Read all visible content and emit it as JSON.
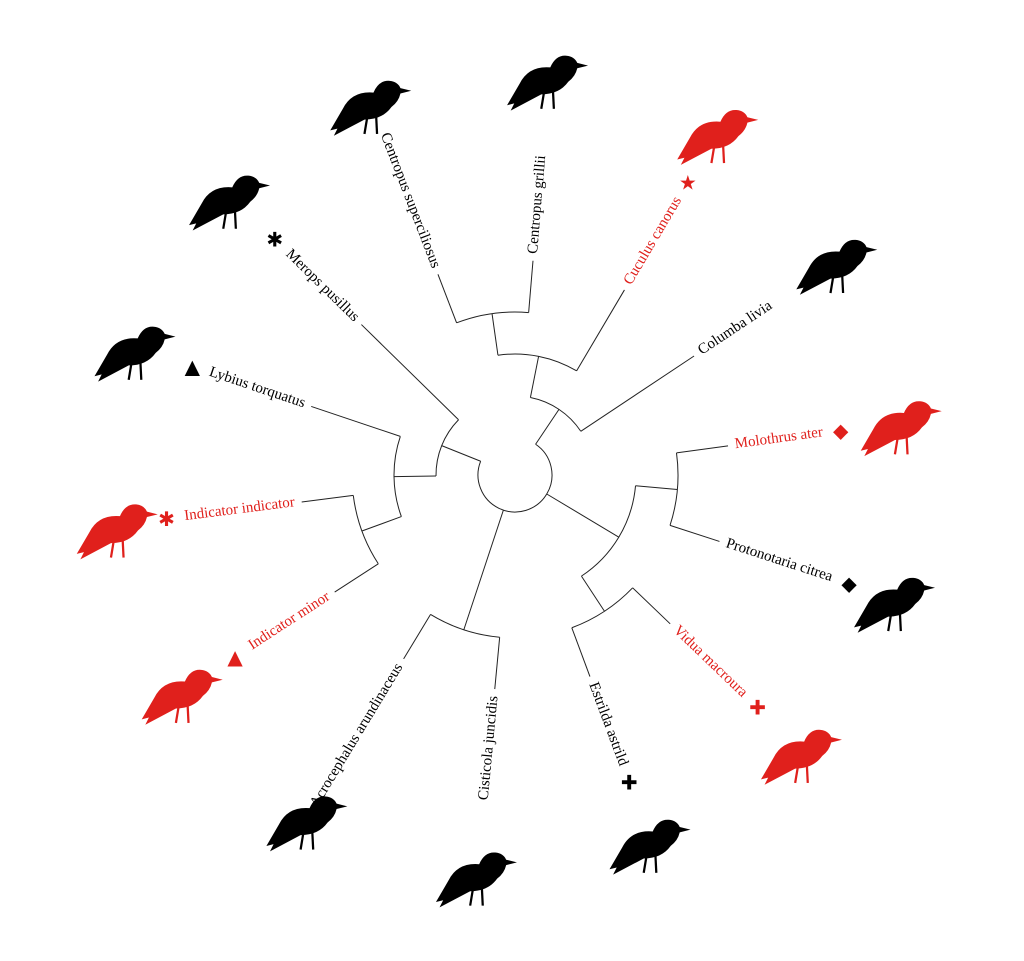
{
  "colors": {
    "parasite": "#e0201c",
    "host": "#000000",
    "branch": "#222222"
  },
  "leaves": [
    {
      "name": "Centropus superciliosus",
      "group": "host",
      "marker": null
    },
    {
      "name": "Centropus grillii",
      "group": "host",
      "marker": null
    },
    {
      "name": "Cuculus canorus",
      "group": "parasite",
      "marker": "star-icon"
    },
    {
      "name": "Columba livia",
      "group": "host",
      "marker": null
    },
    {
      "name": "Molothrus ater",
      "group": "parasite",
      "marker": "diamond-icon"
    },
    {
      "name": "Protonotaria citrea",
      "group": "host",
      "marker": "diamond-icon"
    },
    {
      "name": "Vidua macroura",
      "group": "parasite",
      "marker": "cross-icon"
    },
    {
      "name": "Estrilda astrild",
      "group": "host",
      "marker": "cross-icon"
    },
    {
      "name": "Cisticola juncidis",
      "group": "host",
      "marker": null
    },
    {
      "name": "Acrocephalus arundinaceus",
      "group": "host",
      "marker": "star-icon"
    },
    {
      "name": "Indicator minor",
      "group": "parasite",
      "marker": "triangle-icon"
    },
    {
      "name": "Indicator indicator",
      "group": "parasite",
      "marker": "asterisk-icon"
    },
    {
      "name": "Lybius torquatus",
      "group": "host",
      "marker": "triangle-icon"
    },
    {
      "name": "Merops pusillus",
      "group": "host",
      "marker": "asterisk-icon"
    }
  ],
  "tree": [
    [
      [
        [
          0,
          1
        ],
        2
      ],
      3
    ],
    [
      [
        4,
        5
      ],
      [
        6,
        7
      ]
    ],
    [
      8,
      9
    ],
    [
      [
        [
          11,
          10
        ],
        12
      ],
      13
    ]
  ]
}
